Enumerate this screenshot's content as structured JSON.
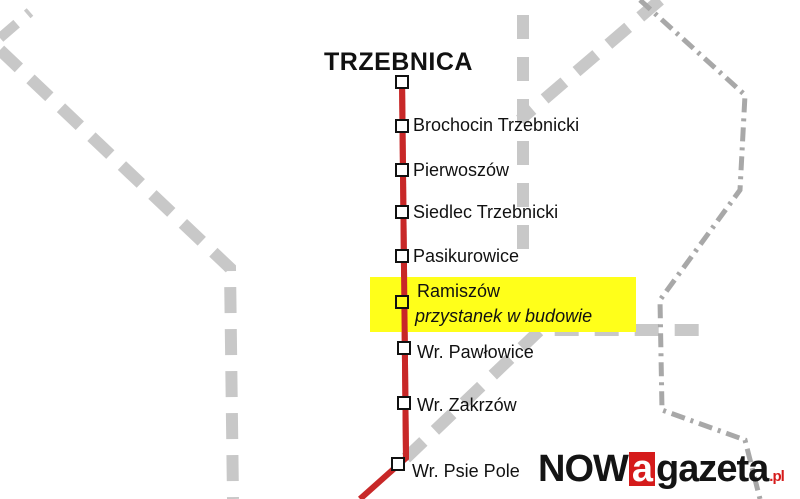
{
  "city": "TRZEBNICA",
  "stations": [
    "Brochocin Trzebnicki",
    "Pierwoszów",
    "Siedlec Trzebnicki",
    "Pasikurowice",
    "Ramiszów",
    "Wr. Pawłowice",
    "Wr. Zakrzów",
    "Wr. Psie Pole"
  ],
  "highlight_note": "przystanek w budowie",
  "logo": {
    "part1": "NOW",
    "part2": "a",
    "part3": "gazeta",
    "part4": ".pl"
  },
  "colors": {
    "line": "#c82828",
    "highlight": "#ffff1a",
    "other_lines": "#c8c8c8",
    "logo_red": "#d51b1b"
  }
}
